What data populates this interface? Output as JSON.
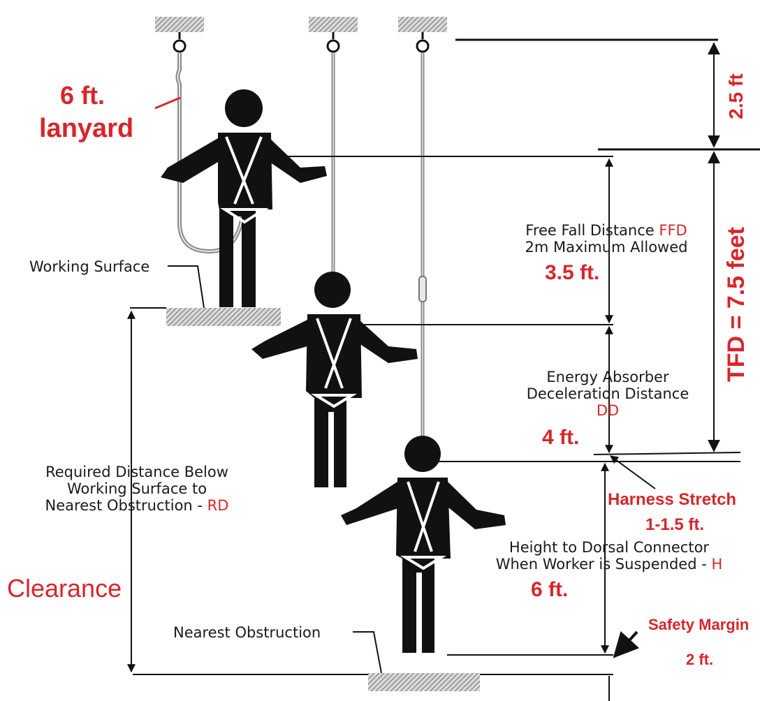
{
  "colors": {
    "accent": "#d7262b",
    "ink": "#111111",
    "hatch": "#777777"
  },
  "lanyard": {
    "value": "6 ft.",
    "unit": "lanyard"
  },
  "labels": {
    "working_surface": "Working Surface",
    "nearest_obstruction": "Nearest Obstruction",
    "clearance": "Clearance",
    "rd_line1": "Required Distance Below",
    "rd_line2": "Working Surface to",
    "rd_line3": "Nearest Obstruction - ",
    "rd_code": "RD",
    "ffd_line1": "Free Fall Distance ",
    "ffd_code": "FFD",
    "ffd_line2": "2m Maximum Allowed",
    "ffd_value": "3.5 ft.",
    "dd_line1": "Energy Absorber",
    "dd_line2": "Deceleration Distance",
    "dd_code": "DD",
    "dd_value": "4 ft.",
    "harness_stretch": "Harness Stretch",
    "harness_value": "1-1.5 ft.",
    "h_line1": "Height to Dorsal Connector",
    "h_line2": "When Worker is Suspended - ",
    "h_code": "H",
    "h_value": "6 ft.",
    "safety_margin": "Safety Margin",
    "safety_value": "2 ft.",
    "top_value": "2.5 ft",
    "tfd": "TFD = 7.5 feet"
  }
}
